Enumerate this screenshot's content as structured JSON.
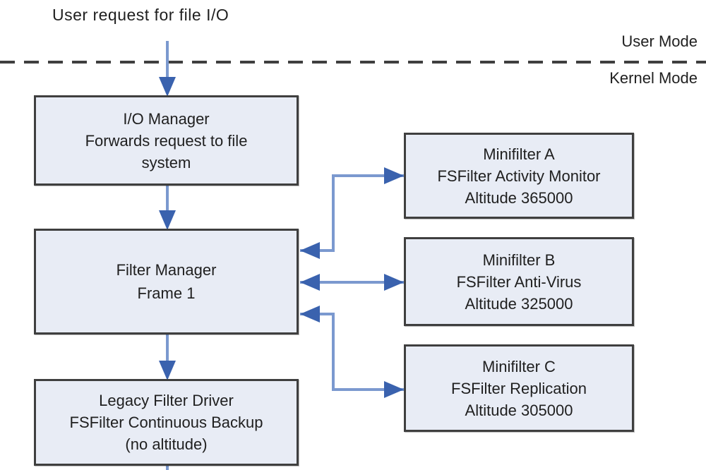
{
  "colors": {
    "box_fill": "#e8ecf5",
    "box_border": "#3f3f3f",
    "arrow_line": "#7b99cf",
    "arrow_head": "#3a62ae",
    "divider": "#3f3f3f",
    "text": "#1f1f1f",
    "bg": "#ffffff"
  },
  "labels": {
    "user_request": "User request for file I/O",
    "user_mode": "User Mode",
    "kernel_mode": "Kernel Mode"
  },
  "boxes": {
    "io_manager": {
      "title": "I/O Manager",
      "body": "Forwards request to file\nsystem"
    },
    "filter_manager": {
      "title": "Filter Manager",
      "body": "Frame 1"
    },
    "legacy_filter_driver": {
      "title": "Legacy Filter Driver",
      "body": "FSFilter Continuous Backup\n(no altitude)"
    },
    "minifilter_a": {
      "title": "Minifilter A",
      "body": "FSFilter Activity Monitor\nAltitude 365000"
    },
    "minifilter_b": {
      "title": "Minifilter B",
      "body": "FSFilter Anti-Virus\nAltitude 325000"
    },
    "minifilter_c": {
      "title": "Minifilter C",
      "body": "FSFilter Replication\nAltitude 305000"
    }
  }
}
